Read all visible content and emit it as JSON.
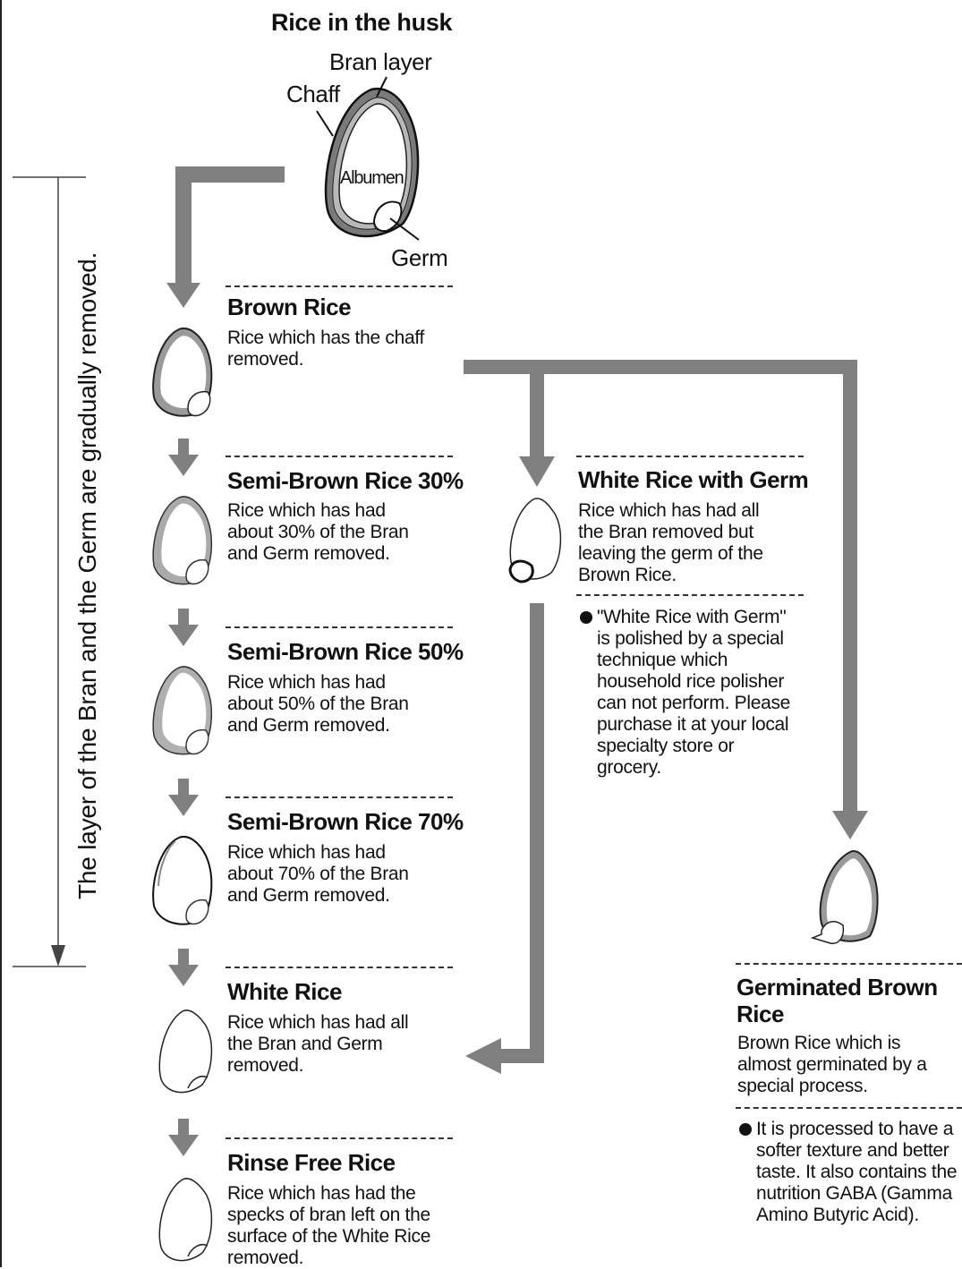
{
  "header": {
    "title": "Rice in the husk",
    "bran_layer": "Bran layer",
    "chaff": "Chaff",
    "albumen": "Albumen",
    "germ": "Germ"
  },
  "side_label": "The layer of the Bran and the Germ are gradually removed.",
  "stages": [
    {
      "title": "Brown Rice",
      "desc": "Rice which has the chaff removed."
    },
    {
      "title": "Semi-Brown Rice 30%",
      "desc": "Rice which has had about 30% of the Bran and Germ removed."
    },
    {
      "title": "Semi-Brown Rice 50%",
      "desc": "Rice which has had about 50% of the Bran and Germ removed."
    },
    {
      "title": "Semi-Brown Rice 70%",
      "desc": "Rice which has had about 70% of the Bran and Germ removed."
    },
    {
      "title": "White Rice",
      "desc": "Rice which has had all the Bran and Germ removed."
    },
    {
      "title": "Rinse Free Rice",
      "desc": "Rice which has had the specks of bran left on the surface of the White Rice removed."
    }
  ],
  "germ_rice": {
    "title": "White Rice with Germ",
    "desc": "Rice which has had all the Bran removed but leaving the germ of the Brown Rice.",
    "note": "\"White Rice with Germ\" is polished by a special technique which household rice polisher can not perform. Please purchase it at your local specialty store or grocery."
  },
  "germinated": {
    "title": "Germinated Brown Rice",
    "desc": "Brown Rice which is almost germinated by a special process.",
    "note": "It is processed to have a softer texture and better taste. It also contains the nutrition GABA (Gamma Amino Butyric Acid)."
  },
  "colors": {
    "arrow": "#808080",
    "bran": "#9a9a9a",
    "outline": "#222222"
  }
}
